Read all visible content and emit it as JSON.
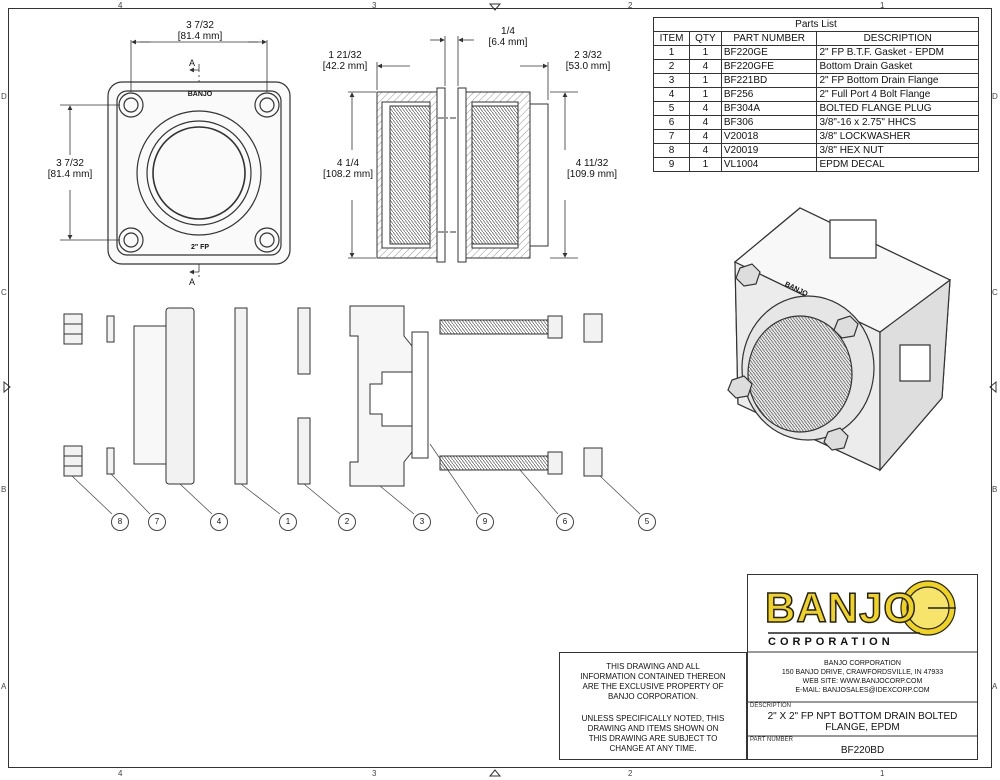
{
  "zones": {
    "top": [
      "4",
      "3",
      "2",
      "1"
    ],
    "bottom": [
      "4",
      "3",
      "2",
      "1"
    ],
    "left": [
      "D",
      "C",
      "B",
      "A"
    ],
    "right": [
      "D",
      "C",
      "B",
      "A"
    ]
  },
  "dimensions": {
    "front_width": [
      "3 7/32",
      "[81.4 mm]"
    ],
    "front_height": [
      "3 7/32",
      "[81.4 mm]"
    ],
    "section_left": [
      "1 21/32",
      "[42.2 mm]"
    ],
    "section_gap": [
      "1/4",
      "[6.4 mm]"
    ],
    "section_right": [
      "2 3/32",
      "[53.0 mm]"
    ],
    "section_height_left": [
      "4 1/4",
      "[108.2 mm]"
    ],
    "section_height_right": [
      "4 11/32",
      "[109.9 mm]"
    ],
    "section_marker": "A",
    "front_brand": "BANJO",
    "front_size": "2\" FP"
  },
  "parts_list": {
    "title": "Parts List",
    "headers": [
      "ITEM",
      "QTY",
      "PART NUMBER",
      "DESCRIPTION"
    ],
    "rows": [
      [
        "1",
        "1",
        "BF220GE",
        "2\" FP B.T.F. Gasket - EPDM"
      ],
      [
        "2",
        "4",
        "BF220GFE",
        "Bottom Drain Gasket"
      ],
      [
        "3",
        "1",
        "BF221BD",
        "2\" FP Bottom Drain Flange"
      ],
      [
        "4",
        "1",
        "BF256",
        "2\" Full Port 4 Bolt Flange"
      ],
      [
        "5",
        "4",
        "BF304A",
        "BOLTED FLANGE PLUG"
      ],
      [
        "6",
        "4",
        "BF306",
        "3/8\"-16 x 2.75\" HHCS"
      ],
      [
        "7",
        "4",
        "V20018",
        "3/8\" LOCKWASHER"
      ],
      [
        "8",
        "4",
        "V20019",
        "3/8\" HEX NUT"
      ],
      [
        "9",
        "1",
        "VL1004",
        "EPDM DECAL"
      ]
    ]
  },
  "balloons": [
    "8",
    "7",
    "4",
    "1",
    "2",
    "3",
    "9",
    "6",
    "5"
  ],
  "iso_brand": "BANJO",
  "title_block": {
    "logo_text": "BANJO",
    "logo_sub": "CORPORATION",
    "notice1": [
      "THIS DRAWING AND ALL",
      "INFORMATION CONTAINED THEREON",
      "ARE THE EXCLUSIVE PROPERTY OF",
      "BANJO CORPORATION."
    ],
    "notice2": [
      "UNLESS SPECIFICALLY NOTED, THIS",
      "DRAWING AND ITEMS SHOWN ON",
      "THIS DRAWING ARE SUBJECT TO",
      "CHANGE AT ANY TIME."
    ],
    "company": [
      "BANJO CORPORATION",
      "150 BANJO DRIVE, CRAWFORDSVILLE, IN 47933",
      "WEB SITE: WWW.BANJOCORP.COM",
      "E-MAIL: BANJOSALES@IDEXCORP.COM"
    ],
    "desc_label": "DESCRIPTION",
    "desc": [
      "2\" X 2\" FP NPT BOTTOM DRAIN BOLTED",
      "FLANGE, EPDM"
    ],
    "pn_label": "PART NUMBER",
    "pn": "BF220BD"
  },
  "colors": {
    "logo_yellow": "#f2d31b",
    "line": "#333333"
  }
}
